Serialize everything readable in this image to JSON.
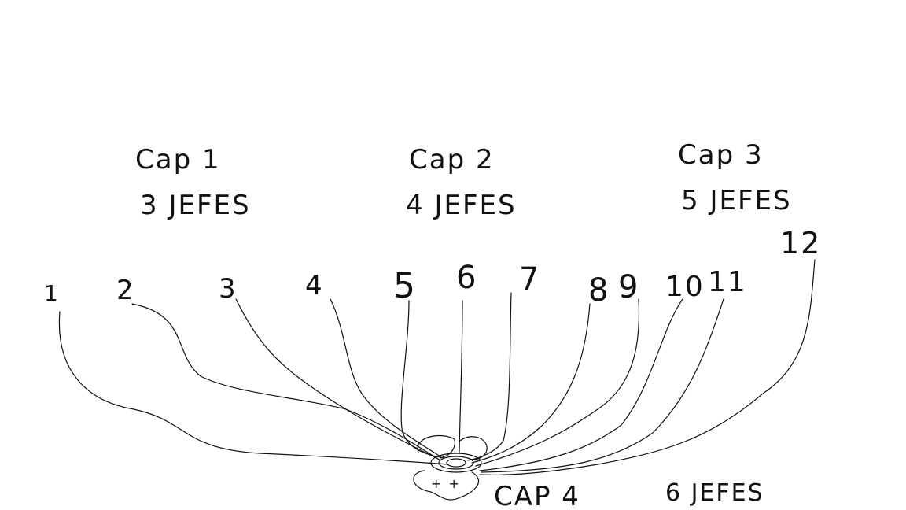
{
  "chapters": [
    {
      "title": "Cap 1",
      "bosses": "3 JEFES"
    },
    {
      "title": "Cap 2",
      "bosses": "4 JEFES"
    },
    {
      "title": "Cap 3",
      "bosses": "5 JEFES"
    }
  ],
  "final_chapter": {
    "title": "CAP 4",
    "bosses": "6 JEFES"
  },
  "center_label": "+ +",
  "numbers": [
    "1",
    "2",
    "3",
    "4",
    "5",
    "6",
    "7",
    "8",
    "9",
    "10",
    "11",
    "12"
  ]
}
